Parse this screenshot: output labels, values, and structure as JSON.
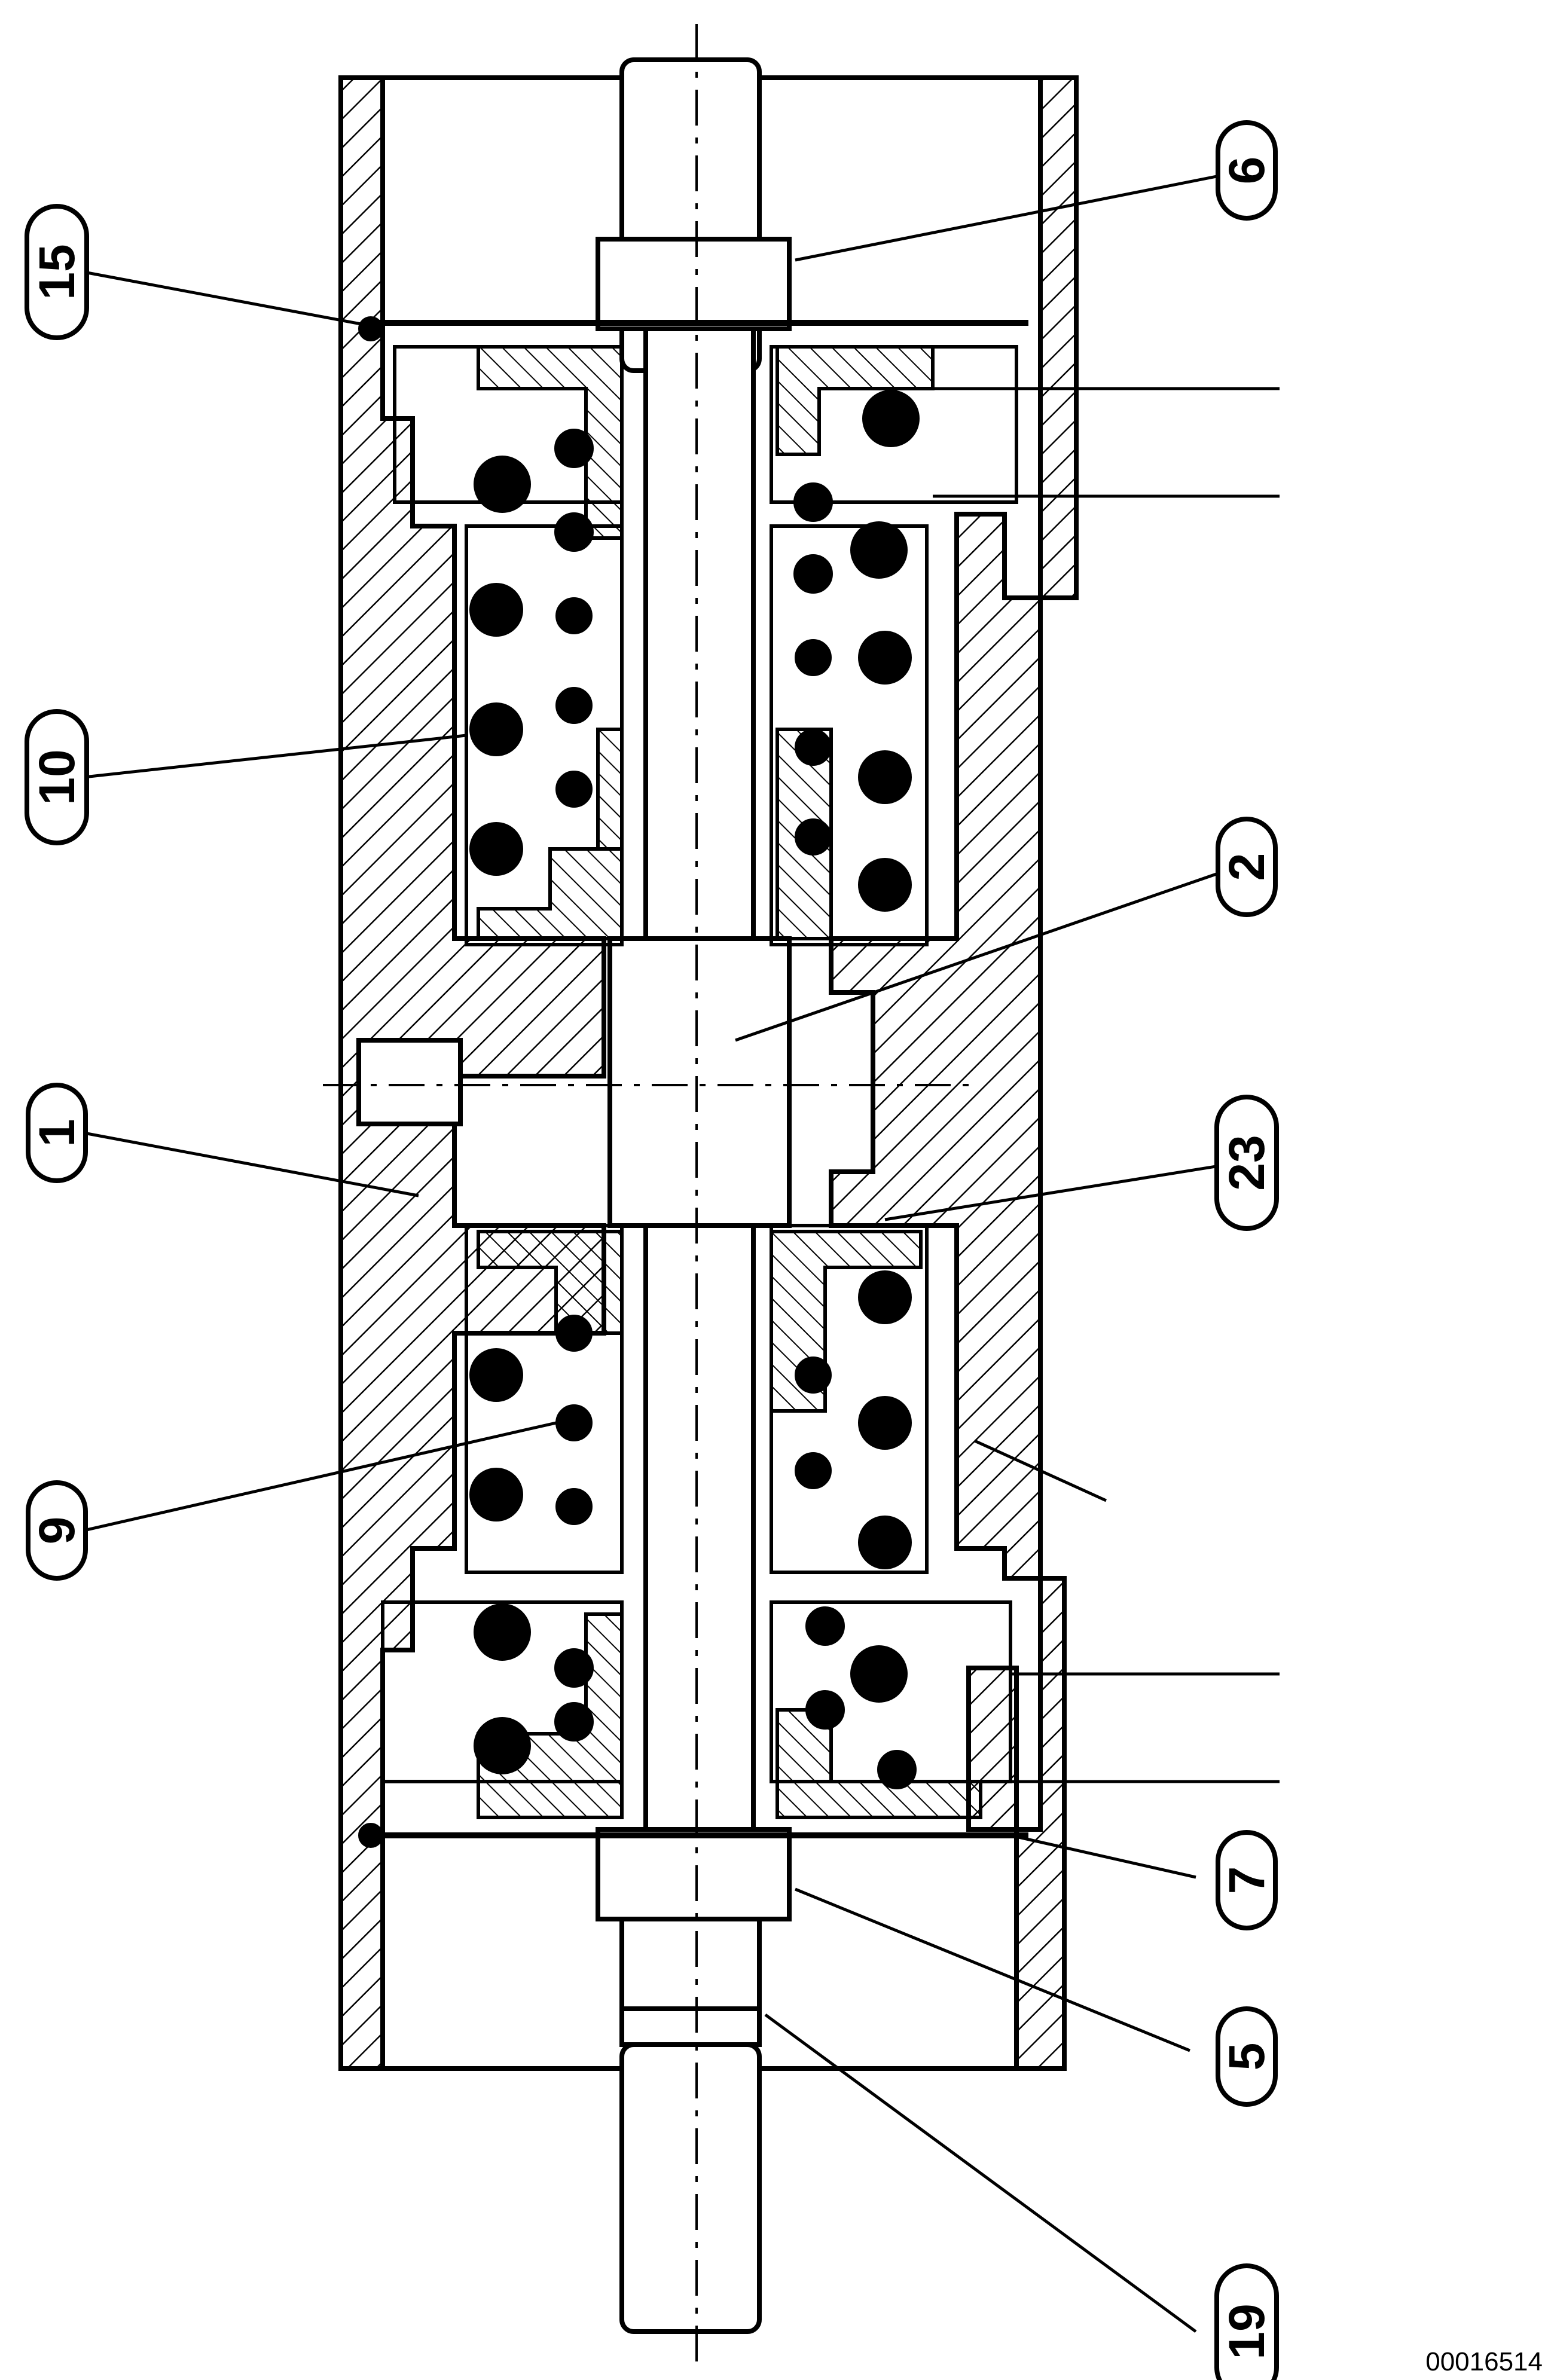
{
  "diagram": {
    "type": "mechanical cross-section drawing",
    "orientation": "rotated 90 degrees counter-clockwise (labels read bottom-to-top)",
    "colors": {
      "line": "#000000",
      "background": "#ffffff"
    },
    "part_callouts": [
      "15",
      "6",
      "10",
      "2",
      "1",
      "23",
      "9",
      "7",
      "5",
      "19"
    ],
    "unlabeled_leader_lines": 5,
    "reference_number": "00016514"
  }
}
